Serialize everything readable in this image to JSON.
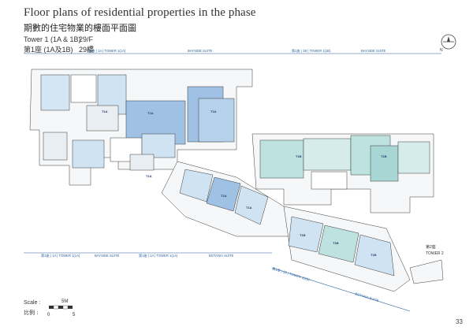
{
  "page": {
    "title": "Floor plans of residential properties in the phase",
    "title_zh": "期數的住宅物業的樓面平面圖",
    "tower_en": "Tower 1 (1A & 1B)",
    "tower_zh": "第1座 (1A及1B)",
    "floor_en": "29/F",
    "floor_zh": "29樓",
    "page_number": "33"
  },
  "north": {
    "label": "N"
  },
  "scale": {
    "label_en": "Scale :",
    "label_zh": "比例 :",
    "unit": "5M",
    "zero": "0",
    "five": "5"
  },
  "bands": {
    "top_left": "第1座 | 1A | TOWER 1(1A)",
    "top_left_suite": "BAYSIDE SUITE",
    "top_right": "第1座 | 1B | TOWER 1(1B)",
    "top_right_suite": "BAYSIDE SUITE",
    "bottom_left": "第1座 | 1A | TOWER 1(1A)",
    "bottom_left_suite": "BAYSIDE SUITE",
    "bottom_mid": "第1座 | 1A | TOWER 1(1A)",
    "bottom_mid_suite": "BOTANIA SUITE",
    "bottom_right": "第1座 | 1B | TOWER 1(1B)",
    "bottom_right_suite": "BOTANIA SUITE"
  },
  "tower2": {
    "label_zh": "第2座",
    "label_en": "TOWER 2"
  },
  "colors": {
    "unit_light": "#cfe3f3",
    "unit_mid": "#9ec1e4",
    "unit_dark": "#7aa3d6",
    "unit_teal": "#bde2e0",
    "line": "#3a3a3a",
    "band": "#2a5f9e"
  }
}
